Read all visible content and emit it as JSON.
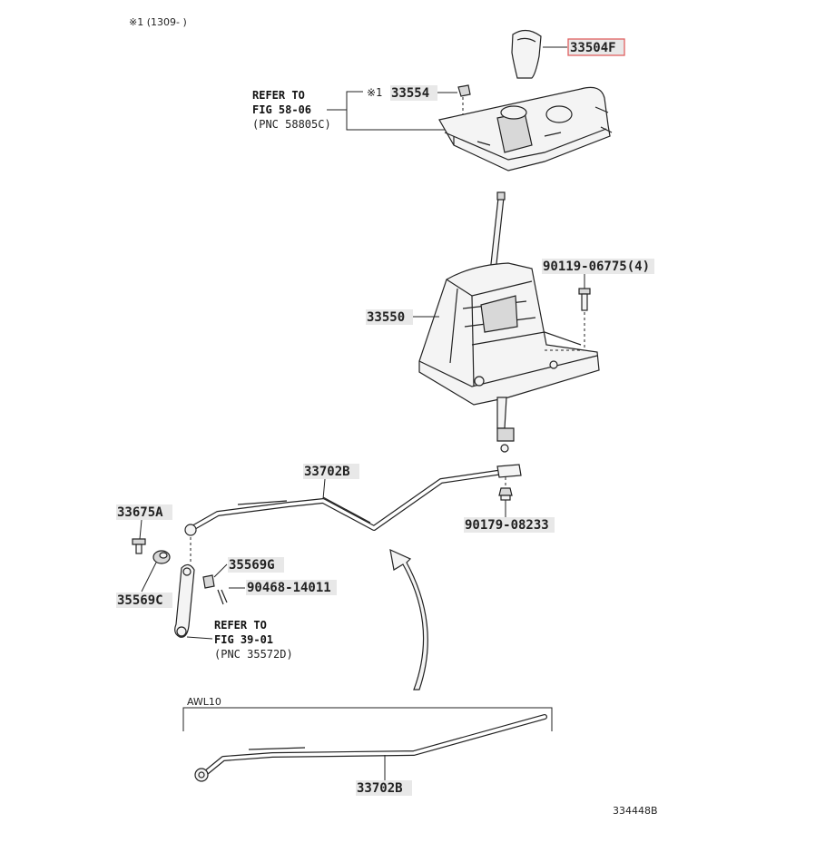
{
  "header_note": "※1 (1309-    )",
  "ref_top": {
    "line1": "REFER TO",
    "line2": "FIG  58-06",
    "line3": "(PNC 58805C)"
  },
  "ref_mid": {
    "line1": "REFER TO",
    "line2": "FIG  39-01",
    "line3": "(PNC 35572D)"
  },
  "footnote_mark": "※1",
  "parts": {
    "p33504F": "33504F",
    "p33554": "33554",
    "p90119": "90119-06775(4)",
    "p33550": "33550",
    "p33702B_top": "33702B",
    "p90179": "90179-08233",
    "p33675A": "33675A",
    "p35569G": "35569G",
    "p90468": "90468-14011",
    "p35569C": "35569C",
    "p33702B_bottom": "33702B"
  },
  "variant_label": "AWL10",
  "drawing_number": "334448B",
  "colors": {
    "highlight": "#e06060",
    "label_bg": "#e8e8e8"
  }
}
